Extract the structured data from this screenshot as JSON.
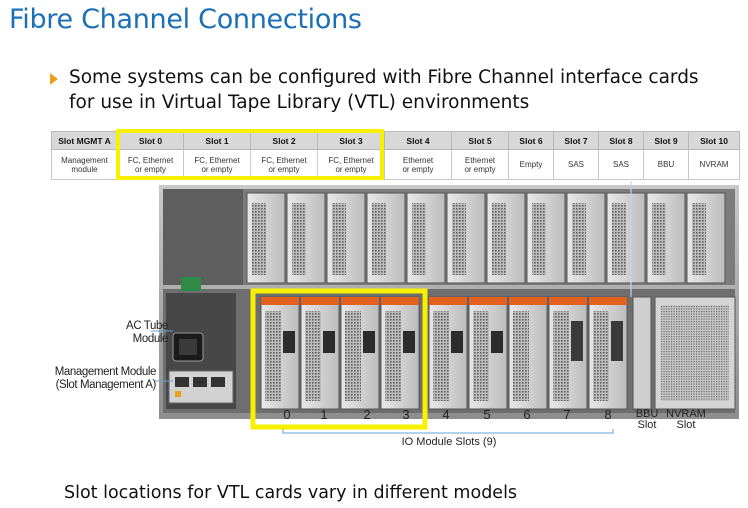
{
  "title": "Fibre Channel Connections",
  "bullet": "Some systems can be configured with Fibre Channel interface cards for use in Virtual Tape Library (VTL) environments",
  "caption": "Slot locations for VTL cards vary in different models",
  "table": {
    "headers": [
      "Slot MGMT A",
      "Slot 0",
      "Slot 1",
      "Slot 2",
      "Slot 3",
      "Slot 4",
      "Slot 5",
      "Slot 6",
      "Slot 7",
      "Slot 8",
      "Slot 9",
      "Slot 10"
    ],
    "contents": [
      [
        "Management",
        "module"
      ],
      [
        "FC, Ethernet",
        "or empty"
      ],
      [
        "FC, Ethernet",
        "or empty"
      ],
      [
        "FC, Ethernet",
        "or empty"
      ],
      [
        "FC, Ethernet",
        "or empty"
      ],
      [
        "Ethernet",
        "or empty"
      ],
      [
        "Ethernet",
        "or empty"
      ],
      [
        "Empty"
      ],
      [
        "SAS"
      ],
      [
        "SAS"
      ],
      [
        "BBU"
      ],
      [
        "NVRAM"
      ]
    ]
  },
  "diagram": {
    "callouts": {
      "ac_tube": [
        "AC Tube",
        "Module"
      ],
      "management": [
        "Management Module",
        "(Slot Management A)"
      ]
    },
    "io_numbers": [
      "0",
      "1",
      "2",
      "3",
      "4",
      "5",
      "6",
      "7",
      "8"
    ],
    "bbu_label": [
      "BBU",
      "Slot"
    ],
    "nvram_label": [
      "NVRAM",
      "Slot"
    ],
    "io_caption": "IO Module Slots (9)"
  },
  "colors": {
    "title": "#1b6fb7",
    "bullet": "#e8a31e",
    "highlight": "#f7f000",
    "card_orange": "#e2611e",
    "chassis": "#9a9a9a"
  }
}
